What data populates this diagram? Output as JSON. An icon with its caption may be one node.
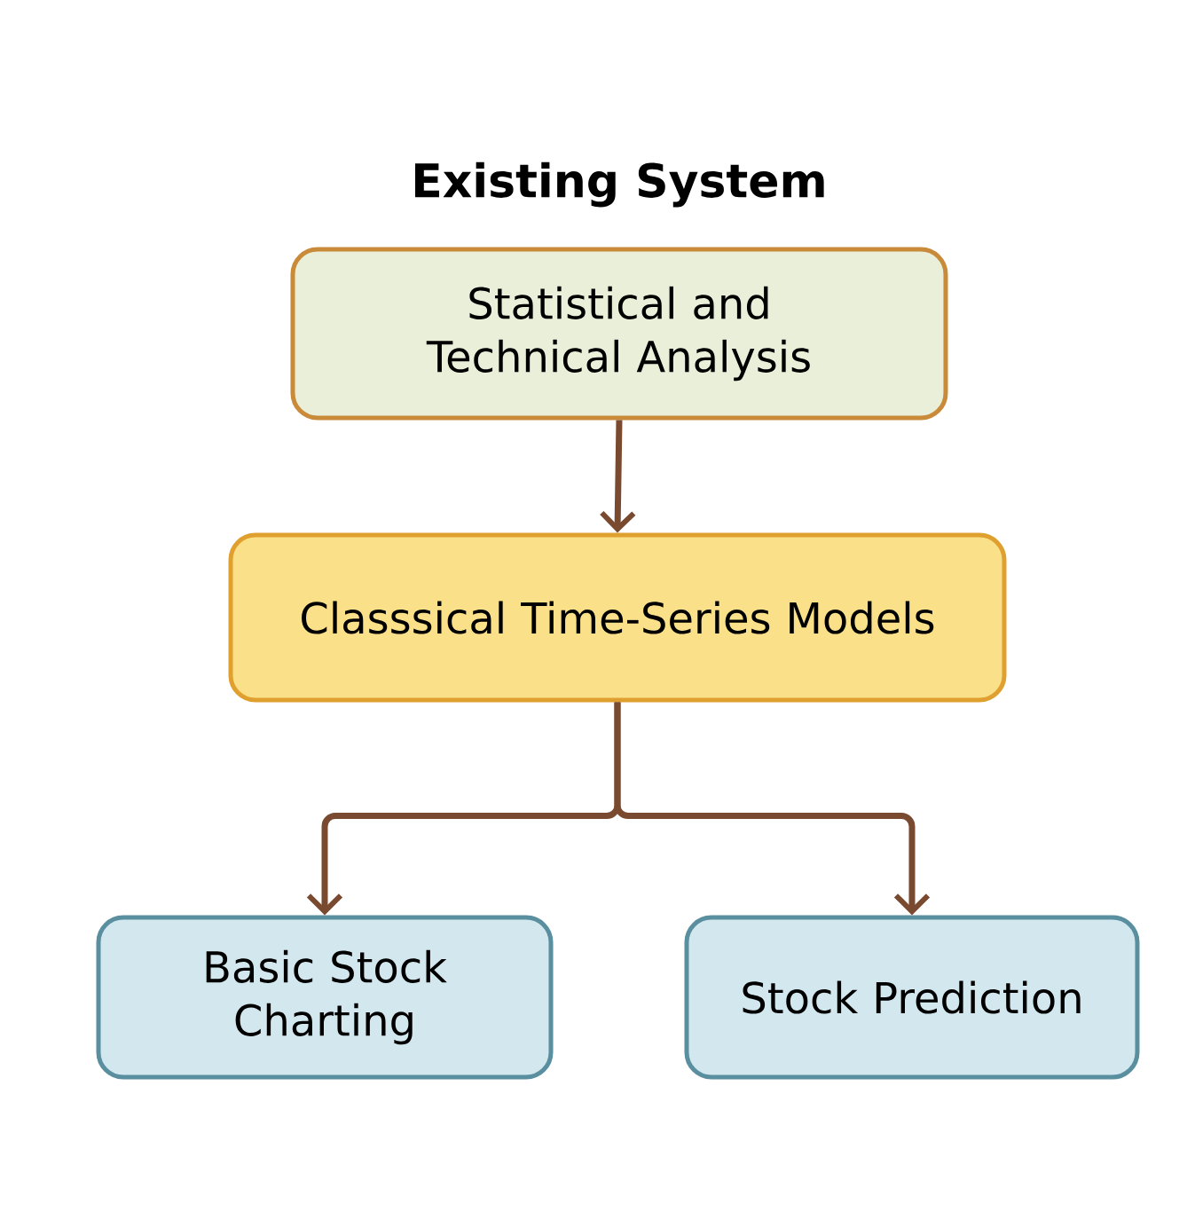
{
  "diagram": {
    "title": "Existing System",
    "nodes": [
      {
        "text": [
          "Statistical and Technical Analysis"
        ]
      },
      {
        "text": [
          "Classsical Time-Series Models"
        ]
      },
      {
        "text": [
          "Basic Stock Charting"
        ]
      },
      {
        "text": [
          "Stock Prediction"
        ]
      }
    ],
    "edges": [
      {
        "from": 0,
        "to": 1,
        "arrow": "to"
      },
      {
        "from": 1,
        "to": 2,
        "arrow": "to"
      },
      {
        "from": 1,
        "to": 3,
        "arrow": "to"
      }
    ]
  }
}
